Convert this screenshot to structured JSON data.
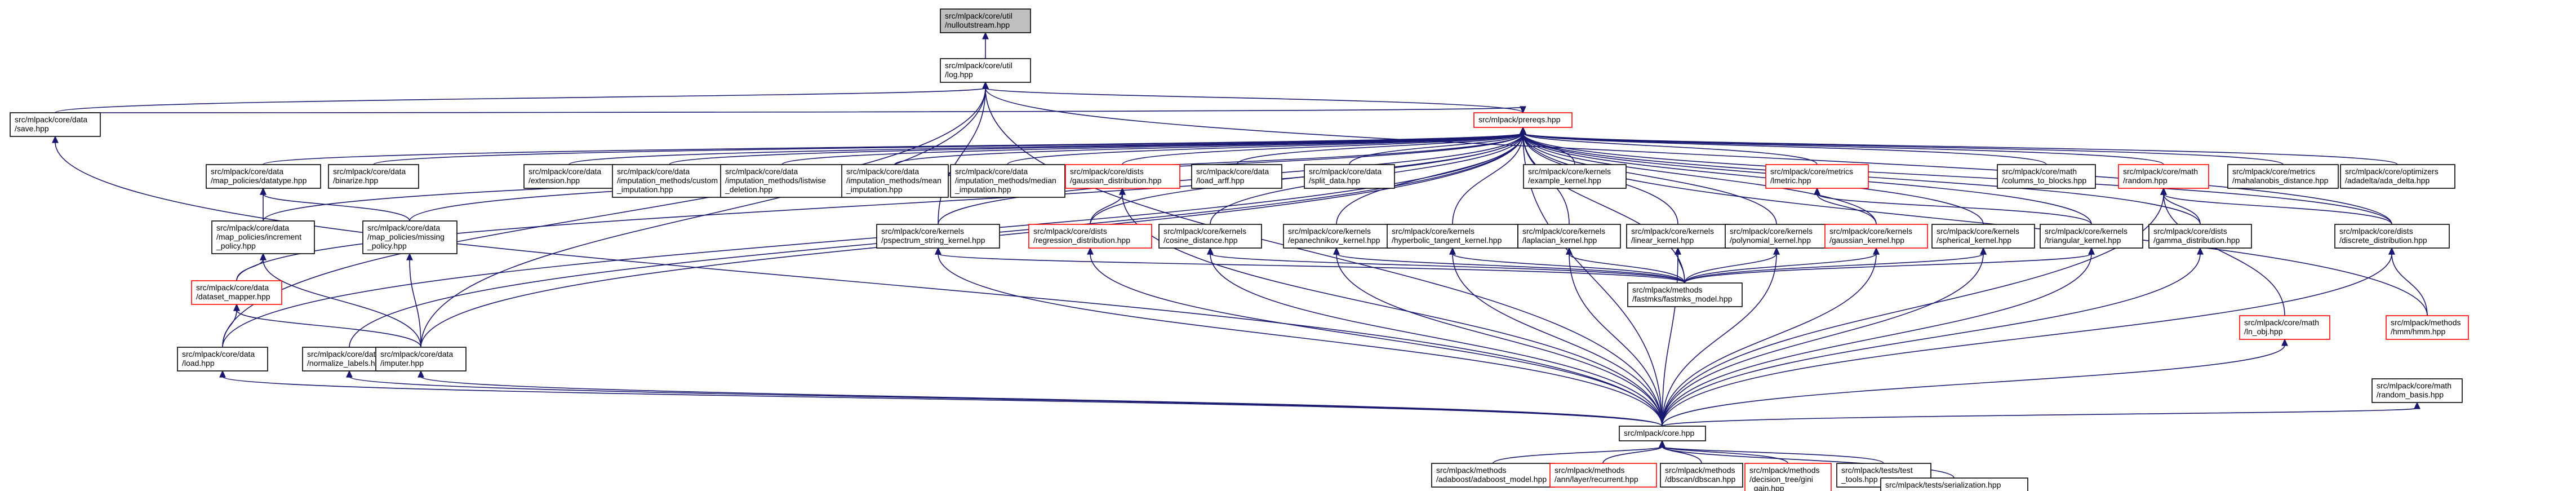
{
  "graph": {
    "colors": {
      "edge": "#191970",
      "node_border": "#000000",
      "node_border_missing": "#ff0000",
      "root_fill": "#bfbfbf",
      "node_fill": "#ffffff"
    },
    "nodes": [
      {
        "id": "n0",
        "lines": [
          "src/mlpack/core/util",
          "/nulloutstream.hpp"
        ],
        "root": true
      },
      {
        "id": "n1",
        "lines": [
          "src/mlpack/core/util",
          "/log.hpp"
        ]
      },
      {
        "id": "n2",
        "lines": [
          "src/mlpack/core/data",
          "/save.hpp"
        ]
      },
      {
        "id": "n3",
        "lines": [
          "src/mlpack/prereqs.hpp"
        ],
        "missing": true
      },
      {
        "id": "n4",
        "lines": [
          "src/mlpack/core/data",
          "/map_policies/datatype.hpp"
        ]
      },
      {
        "id": "n5",
        "lines": [
          "src/mlpack/core/data",
          "/binarize.hpp"
        ]
      },
      {
        "id": "n6",
        "lines": [
          "src/mlpack/core/data",
          "/extension.hpp"
        ]
      },
      {
        "id": "n7",
        "lines": [
          "src/mlpack/core/data",
          "/imputation_methods/custom",
          "_imputation.hpp"
        ]
      },
      {
        "id": "n8",
        "lines": [
          "src/mlpack/core/data",
          "/imputation_methods/listwise",
          "_deletion.hpp"
        ]
      },
      {
        "id": "n9",
        "lines": [
          "src/mlpack/core/data",
          "/imputation_methods/mean",
          "_imputation.hpp"
        ]
      },
      {
        "id": "n10",
        "lines": [
          "src/mlpack/core/data",
          "/imputation_methods/median",
          "_imputation.hpp"
        ]
      },
      {
        "id": "n11",
        "lines": [
          "src/mlpack/core/dists",
          "/gaussian_distribution.hpp"
        ],
        "missing": true
      },
      {
        "id": "n12",
        "lines": [
          "src/mlpack/core/data",
          "/load_arff.hpp"
        ]
      },
      {
        "id": "n13",
        "lines": [
          "src/mlpack/core/data",
          "/split_data.hpp"
        ]
      },
      {
        "id": "n14",
        "lines": [
          "src/mlpack/core/kernels",
          "/example_kernel.hpp"
        ]
      },
      {
        "id": "n15",
        "lines": [
          "src/mlpack/core/metrics",
          "/lmetric.hpp"
        ],
        "missing": true
      },
      {
        "id": "n16",
        "lines": [
          "src/mlpack/core/math",
          "/columns_to_blocks.hpp"
        ]
      },
      {
        "id": "n17",
        "lines": [
          "src/mlpack/core/math",
          "/random.hpp"
        ],
        "missing": true
      },
      {
        "id": "n18",
        "lines": [
          "src/mlpack/core/metrics",
          "/mahalanobis_distance.hpp"
        ]
      },
      {
        "id": "n19",
        "lines": [
          "src/mlpack/core/optimizers",
          "/adadelta/ada_delta.hpp"
        ]
      },
      {
        "id": "n20",
        "lines": [
          "src/mlpack/core/data",
          "/map_policies/increment",
          "_policy.hpp"
        ]
      },
      {
        "id": "n21",
        "lines": [
          "src/mlpack/core/data",
          "/map_policies/missing",
          "_policy.hpp"
        ]
      },
      {
        "id": "n22",
        "lines": [
          "src/mlpack/core/kernels",
          "/pspectrum_string_kernel.hpp"
        ]
      },
      {
        "id": "n23",
        "lines": [
          "src/mlpack/core/dists",
          "/regression_distribution.hpp"
        ],
        "missing": true
      },
      {
        "id": "n24",
        "lines": [
          "src/mlpack/core/kernels",
          "/cosine_distance.hpp"
        ]
      },
      {
        "id": "n25",
        "lines": [
          "src/mlpack/core/kernels",
          "/epanechnikov_kernel.hpp"
        ]
      },
      {
        "id": "n26",
        "lines": [
          "src/mlpack/core/kernels",
          "/hyperbolic_tangent_kernel.hpp"
        ]
      },
      {
        "id": "n27",
        "lines": [
          "src/mlpack/core/kernels",
          "/laplacian_kernel.hpp"
        ]
      },
      {
        "id": "n28",
        "lines": [
          "src/mlpack/core/kernels",
          "/linear_kernel.hpp"
        ]
      },
      {
        "id": "n29",
        "lines": [
          "src/mlpack/core/kernels",
          "/polynomial_kernel.hpp"
        ]
      },
      {
        "id": "n30",
        "lines": [
          "src/mlpack/core/kernels",
          "/gaussian_kernel.hpp"
        ],
        "missing": true
      },
      {
        "id": "n31",
        "lines": [
          "src/mlpack/core/kernels",
          "/spherical_kernel.hpp"
        ]
      },
      {
        "id": "n32",
        "lines": [
          "src/mlpack/core/kernels",
          "/triangular_kernel.hpp"
        ]
      },
      {
        "id": "n33",
        "lines": [
          "src/mlpack/core/dists",
          "/gamma_distribution.hpp"
        ]
      },
      {
        "id": "n34",
        "lines": [
          "src/mlpack/core/dists",
          "/discrete_distribution.hpp"
        ]
      },
      {
        "id": "n35",
        "lines": [
          "src/mlpack/core/data",
          "/dataset_mapper.hpp"
        ],
        "missing": true
      },
      {
        "id": "n36",
        "lines": [
          "src/mlpack/methods",
          "/fastmks/fastmks_model.hpp"
        ]
      },
      {
        "id": "n37",
        "lines": [
          "src/mlpack/core/math",
          "/ln_obj.hpp"
        ],
        "missing": true
      },
      {
        "id": "n38",
        "lines": [
          "src/mlpack/methods",
          "/hmm/hmm.hpp"
        ],
        "missing": true
      },
      {
        "id": "n39",
        "lines": [
          "src/mlpack/core/data",
          "/load.hpp"
        ]
      },
      {
        "id": "n40",
        "lines": [
          "src/mlpack/core/data",
          "/normalize_labels.hpp"
        ]
      },
      {
        "id": "n41",
        "lines": [
          "src/mlpack/core/data",
          "/imputer.hpp"
        ]
      },
      {
        "id": "n42",
        "lines": [
          "src/mlpack/core/math",
          "/random_basis.hpp"
        ]
      },
      {
        "id": "n43",
        "lines": [
          "src/mlpack/core.hpp"
        ]
      },
      {
        "id": "n44",
        "lines": [
          "src/mlpack/methods",
          "/adaboost/adaboost_model.hpp"
        ]
      },
      {
        "id": "n45",
        "lines": [
          "src/mlpack/methods",
          "/ann/layer/recurrent.hpp"
        ],
        "missing": true
      },
      {
        "id": "n46",
        "lines": [
          "src/mlpack/methods",
          "/dbscan/dbscan.hpp"
        ]
      },
      {
        "id": "n47",
        "lines": [
          "src/mlpack/methods",
          "/decision_tree/gini",
          "_gain.hpp"
        ],
        "missing": true
      },
      {
        "id": "n48",
        "lines": [
          "src/mlpack/tests/test",
          "_tools.hpp"
        ]
      },
      {
        "id": "n49",
        "lines": [
          "src/mlpack/tests/serialization.hpp"
        ]
      }
    ],
    "edges": [
      [
        "n1",
        "n0"
      ],
      [
        "n2",
        "n1"
      ],
      [
        "n3",
        "n1"
      ],
      [
        "n39",
        "n1"
      ],
      [
        "n22",
        "n1"
      ],
      [
        "n41",
        "n1"
      ],
      [
        "n34",
        "n1"
      ],
      [
        "n43",
        "n1"
      ],
      [
        "n2",
        "n3"
      ],
      [
        "n4",
        "n3"
      ],
      [
        "n5",
        "n3"
      ],
      [
        "n6",
        "n3"
      ],
      [
        "n7",
        "n3"
      ],
      [
        "n8",
        "n3"
      ],
      [
        "n9",
        "n3"
      ],
      [
        "n10",
        "n3"
      ],
      [
        "n11",
        "n3"
      ],
      [
        "n12",
        "n3"
      ],
      [
        "n13",
        "n3"
      ],
      [
        "n14",
        "n3"
      ],
      [
        "n15",
        "n3"
      ],
      [
        "n16",
        "n3"
      ],
      [
        "n17",
        "n3"
      ],
      [
        "n18",
        "n3"
      ],
      [
        "n19",
        "n3"
      ],
      [
        "n20",
        "n3"
      ],
      [
        "n21",
        "n3"
      ],
      [
        "n22",
        "n3"
      ],
      [
        "n23",
        "n3"
      ],
      [
        "n24",
        "n3"
      ],
      [
        "n25",
        "n3"
      ],
      [
        "n26",
        "n3"
      ],
      [
        "n27",
        "n3"
      ],
      [
        "n28",
        "n3"
      ],
      [
        "n29",
        "n3"
      ],
      [
        "n30",
        "n3"
      ],
      [
        "n31",
        "n3"
      ],
      [
        "n32",
        "n3"
      ],
      [
        "n33",
        "n3"
      ],
      [
        "n34",
        "n3"
      ],
      [
        "n35",
        "n3"
      ],
      [
        "n39",
        "n3"
      ],
      [
        "n40",
        "n3"
      ],
      [
        "n41",
        "n3"
      ],
      [
        "n36",
        "n3"
      ],
      [
        "n38",
        "n3"
      ],
      [
        "n43",
        "n3"
      ],
      [
        "n20",
        "n4"
      ],
      [
        "n21",
        "n4"
      ],
      [
        "n35",
        "n20"
      ],
      [
        "n41",
        "n20"
      ],
      [
        "n41",
        "n21"
      ],
      [
        "n39",
        "n35"
      ],
      [
        "n41",
        "n35"
      ],
      [
        "n23",
        "n11"
      ],
      [
        "n43",
        "n11"
      ],
      [
        "n30",
        "n15"
      ],
      [
        "n32",
        "n15"
      ],
      [
        "n33",
        "n17"
      ],
      [
        "n34",
        "n17"
      ],
      [
        "n37",
        "n17"
      ],
      [
        "n43",
        "n17"
      ],
      [
        "n38",
        "n34"
      ],
      [
        "n43",
        "n34"
      ],
      [
        "n36",
        "n22"
      ],
      [
        "n36",
        "n24"
      ],
      [
        "n36",
        "n25"
      ],
      [
        "n36",
        "n26"
      ],
      [
        "n36",
        "n27"
      ],
      [
        "n36",
        "n28"
      ],
      [
        "n36",
        "n29"
      ],
      [
        "n36",
        "n30"
      ],
      [
        "n36",
        "n31"
      ],
      [
        "n36",
        "n32"
      ],
      [
        "n43",
        "n22"
      ],
      [
        "n43",
        "n24"
      ],
      [
        "n43",
        "n25"
      ],
      [
        "n43",
        "n26"
      ],
      [
        "n43",
        "n27"
      ],
      [
        "n43",
        "n28"
      ],
      [
        "n43",
        "n29"
      ],
      [
        "n43",
        "n30"
      ],
      [
        "n43",
        "n31"
      ],
      [
        "n43",
        "n32"
      ],
      [
        "n43",
        "n33"
      ],
      [
        "n43",
        "n2"
      ],
      [
        "n43",
        "n39"
      ],
      [
        "n43",
        "n40"
      ],
      [
        "n43",
        "n41"
      ],
      [
        "n43",
        "n37"
      ],
      [
        "n43",
        "n42"
      ],
      [
        "n43",
        "n23"
      ],
      [
        "n44",
        "n43"
      ],
      [
        "n45",
        "n43"
      ],
      [
        "n46",
        "n43"
      ],
      [
        "n47",
        "n43"
      ],
      [
        "n48",
        "n43"
      ],
      [
        "n49",
        "n43"
      ],
      [
        "n49",
        "n48"
      ]
    ]
  }
}
